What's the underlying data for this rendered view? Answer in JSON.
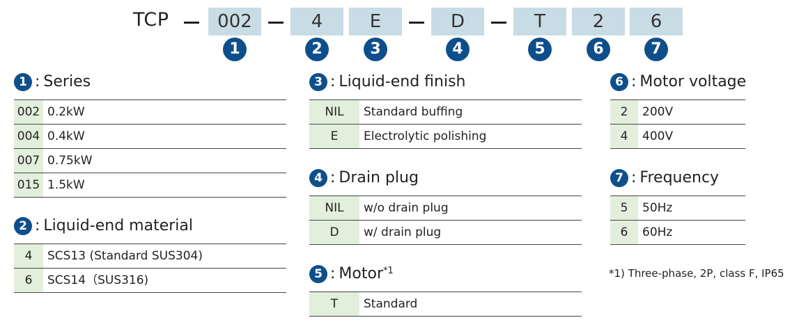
{
  "model_code": {
    "prefix": "TCP",
    "segments": [
      "002",
      "4",
      "E",
      "D",
      "T",
      "2",
      "6"
    ],
    "numbers": [
      "1",
      "2",
      "3",
      "4",
      "5",
      "6",
      "7"
    ]
  },
  "colon": ":",
  "sections": {
    "series": {
      "num": "1",
      "title": "Series",
      "rows": [
        {
          "code": "002",
          "desc": "0.2kW"
        },
        {
          "code": "004",
          "desc": "0.4kW"
        },
        {
          "code": "007",
          "desc": "0.75kW"
        },
        {
          "code": "015",
          "desc": "1.5kW"
        }
      ]
    },
    "material": {
      "num": "2",
      "title": "Liquid-end material",
      "rows": [
        {
          "code": "4",
          "desc": "SCS13 (Standard SUS304)"
        },
        {
          "code": "6",
          "desc": "SCS14（SUS316)"
        }
      ]
    },
    "finish": {
      "num": "3",
      "title": "Liquid-end finish",
      "rows": [
        {
          "code": "NIL",
          "desc": "Standard buffing"
        },
        {
          "code": "E",
          "desc": "Electrolytic polishing"
        }
      ]
    },
    "drain": {
      "num": "4",
      "title": "Drain plug",
      "rows": [
        {
          "code": "NIL",
          "desc": "w/o drain plug"
        },
        {
          "code": "D",
          "desc": "w/ drain plug"
        }
      ]
    },
    "motor": {
      "num": "5",
      "title": "Motor",
      "sup": "*1",
      "rows": [
        {
          "code": "T",
          "desc": "Standard"
        }
      ]
    },
    "voltage": {
      "num": "6",
      "title": "Motor voltage",
      "rows": [
        {
          "code": "2",
          "desc": "200V"
        },
        {
          "code": "4",
          "desc": "400V"
        }
      ]
    },
    "frequency": {
      "num": "7",
      "title": "Frequency",
      "rows": [
        {
          "code": "5",
          "desc": "50Hz"
        },
        {
          "code": "6",
          "desc": "60Hz"
        }
      ]
    }
  },
  "footnote": "*1) Three-phase, 2P, class F, IP65",
  "colors": {
    "badge": "#0e4f8b",
    "segment_fill": "#c8dce6",
    "code_fill": "#e1efdc"
  }
}
